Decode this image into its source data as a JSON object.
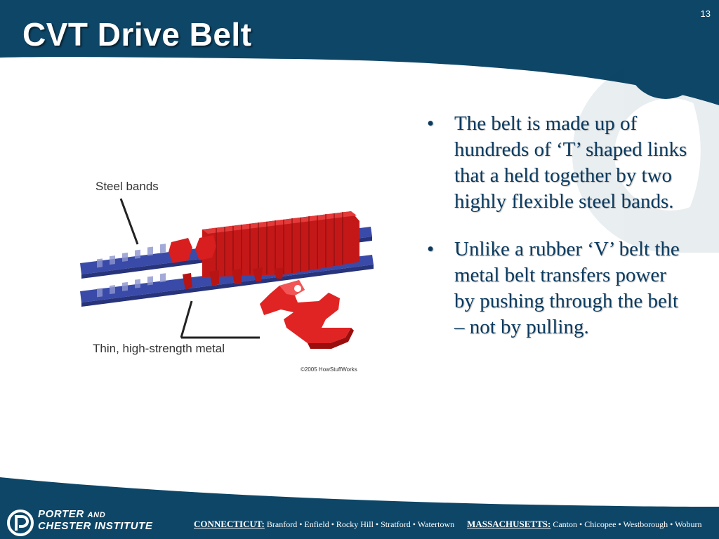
{
  "slide": {
    "number": "13",
    "title": "CVT Drive Belt",
    "colors": {
      "primary": "#0e4667",
      "accent_red": "#d81e1e",
      "band_blue": "#3a4aa8"
    }
  },
  "figure": {
    "label_top": "Steel bands",
    "label_bottom": "Thin, high-strength metal",
    "credit": "©2005 HowStuffWorks"
  },
  "bullets": [
    {
      "marker": "•",
      "text": "The belt is made up of hundreds of ‘T’ shaped links that a held together by two highly flexible steel bands."
    },
    {
      "marker": "•",
      "text": "Unlike a rubber ‘V’ belt the metal belt transfers power by pushing through the belt – not by pulling."
    }
  ],
  "footer": {
    "brand_line1": "PORTER",
    "brand_and": "AND",
    "brand_line2": "CHESTER INSTITUTE",
    "ct_label": "CONNECTICUT:",
    "ct_towns": "Branford • Enfield • Rocky Hill • Stratford • Watertown",
    "ma_label": "MASSACHUSETTS:",
    "ma_towns": "Canton • Chicopee • Westborough • Woburn"
  }
}
